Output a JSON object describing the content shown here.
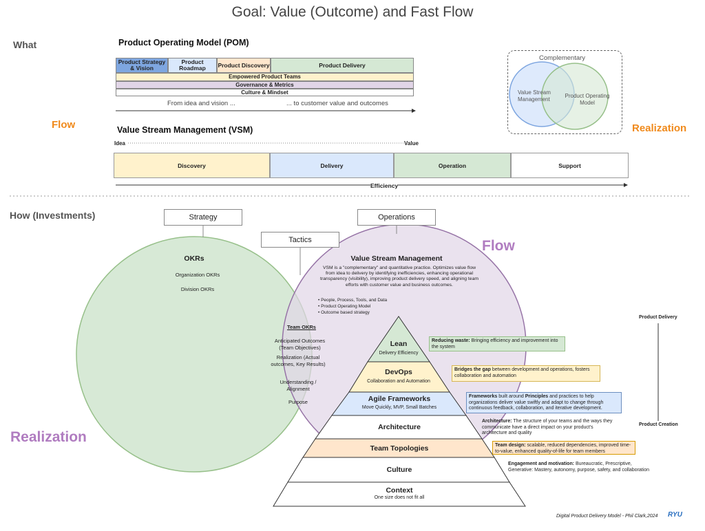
{
  "title": "Goal: Value (Outcome) and Fast Flow",
  "labels": {
    "what": "What",
    "flow_left": "Flow",
    "realization_right": "Realization",
    "how": "How (Investments)",
    "flow_big": "Flow",
    "realization_big": "Realization"
  },
  "pom": {
    "heading": "Product Operating Model (POM)",
    "top_cells": [
      "Product Strategy & Vision",
      "Product Roadmap",
      "Product Discovery",
      "Product Delivery"
    ],
    "rows": [
      "Empowered Product Teams",
      "Governance & Metrics",
      "Culture & Mindset"
    ],
    "arrow_left": "From idea and vision ...",
    "arrow_right": "... to customer value and outcomes"
  },
  "venn_small": {
    "label": "Complementary",
    "left": "Value Stream Management",
    "right": "Product Operating Model"
  },
  "vsm": {
    "heading": "Value Stream Management (VSM)",
    "idea": "Idea",
    "value": "Value",
    "stages": [
      "Discovery",
      "Delivery",
      "Operation",
      "Support"
    ],
    "efficiency": "Efficiency"
  },
  "how": {
    "strategy": "Strategy",
    "tactics": "Tactics",
    "operations": "Operations",
    "okrs": {
      "title": "OKRs",
      "items": [
        "Organization OKRs",
        "Division OKRs"
      ]
    },
    "team_okrs": {
      "title": "Team OKRs",
      "items": [
        "Anticipated Outcomes (Team Objectives)",
        "Realization (Actual outcomes, Key Results)",
        "Understanding / Alignment",
        "Purpose"
      ]
    },
    "vsm_circle": {
      "title": "Value Stream Management",
      "desc": "VSM is a \"complementary\" and quantitative practice. Optimizes value flow from idea to delivery by identifying inefficiencies, enhancing operational transparency (visibility), improving product delivery speed, and aligning team efforts with customer value and business outcomes.",
      "bullets": [
        "People, Process, Tools, and Data",
        "Product Operating Model",
        "Outcome based strategy"
      ]
    }
  },
  "pyramid": [
    {
      "title": "Lean",
      "sub": "Delivery Efficiency"
    },
    {
      "title": "DevOps",
      "sub": "Collaboration and Automation"
    },
    {
      "title": "Agile Frameworks",
      "sub": "Move Quickly, MVP, Small Batches"
    },
    {
      "title": "Architecture",
      "sub": ""
    },
    {
      "title": "Team Topologies",
      "sub": ""
    },
    {
      "title": "Culture",
      "sub": ""
    },
    {
      "title": "Context",
      "sub": "One size does not fit all"
    }
  ],
  "notes": [
    {
      "bold": "Reducing waste:",
      "text": " Bringing efficiency and improvement into the system"
    },
    {
      "bold": "Bridges the gap",
      "text": " between development and operations, fosters collaboration and automation"
    },
    {
      "bold": "Frameworks",
      "text": " built around ",
      "bold2": "Principles",
      "text2": " and practices to help organizations deliver value swiftly and adapt to change through continuous feedback, collaboration, and iterative development."
    },
    {
      "bold": "Architecture:",
      "text": " The structure of your teams and the ways they communicate have a direct impact on your product's architecture and quality"
    },
    {
      "bold": "Team design:",
      "text": " scalable, reduced dependencies, improved time-to-value, enhanced quality-of-life for team members"
    },
    {
      "bold": "Engagement and motivation:",
      "text": " Bureaucratic, Prescriptive, Generative: Mastery, autonomy, purpose, safety, and collaboration"
    }
  ],
  "side": {
    "top": "Product Delivery",
    "bottom": "Product Creation"
  },
  "footer": "Digital Product Delivery Model - Phil Clark,2024",
  "logo": "RYU",
  "colors": {
    "blue": "#dae8fc",
    "blue_dark": "#7ea6e0",
    "yellow": "#fff2cc",
    "orange": "#ffe6cc",
    "green": "#d5e8d4",
    "purple": "#e1d5e7",
    "accent_orange": "#f08a1c",
    "accent_purple": "#b07cc0"
  }
}
